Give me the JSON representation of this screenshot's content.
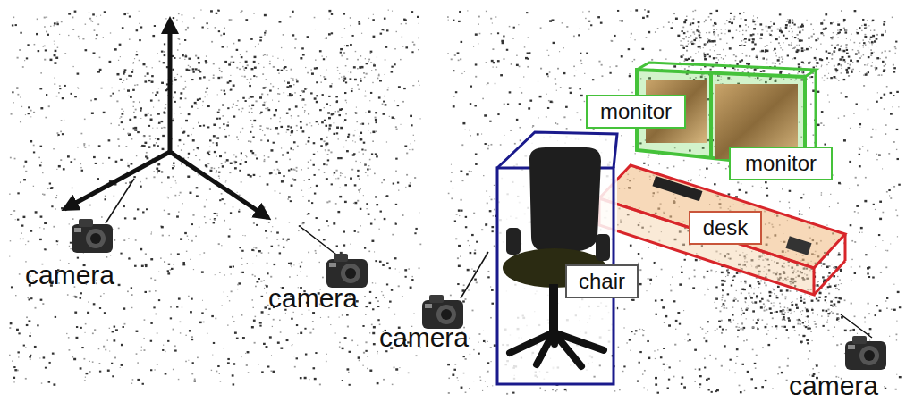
{
  "diagram": {
    "nodes": [
      {
        "text": [
          "monitor"
        ]
      },
      {
        "text": [
          "monitor"
        ]
      },
      {
        "text": [
          "desk"
        ]
      },
      {
        "text": [
          "chair"
        ]
      }
    ],
    "labels": [
      "camera",
      "camera",
      "camera",
      "camera"
    ]
  }
}
